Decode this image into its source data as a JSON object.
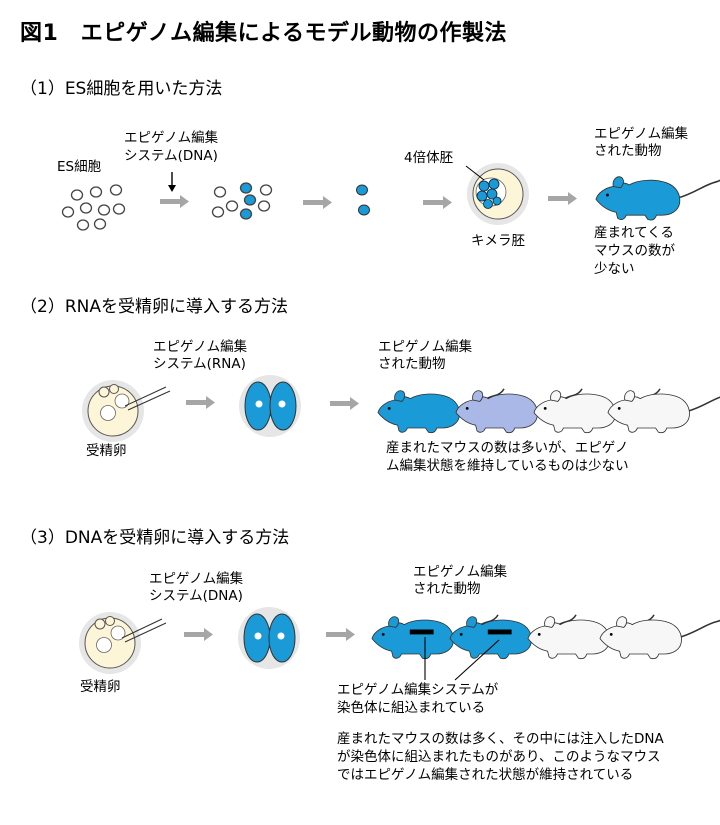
{
  "title": "図1　エピゲノム編集によるモデル動物の作製法",
  "colors": {
    "accent_blue": "#1a9ad6",
    "cell_outline": "#444444",
    "arrow_gray": "#a6a6a6",
    "egg_fill": "#fdf5d8",
    "mouse_blue": "#1a9ad6",
    "mouse_pale_blue": "#a9b8e6",
    "mouse_white": "#f7f7f7"
  },
  "section1": {
    "heading": "（1）ES細胞を用いた方法",
    "es_cells_label": "ES細胞",
    "system_label_line1": "エピゲノム編集",
    "system_label_line2": "システム(DNA)",
    "tetraploid_label": "4倍体胚",
    "chimera_label": "キメラ胚",
    "result_label_line1": "エピゲノム編集",
    "result_label_line2": "された動物",
    "note_line1": "産まれてくる",
    "note_line2": "マウスの数が",
    "note_line3": "少ない"
  },
  "section2": {
    "heading": "（2）RNAを受精卵に導入する方法",
    "system_label_line1": "エピゲノム編集",
    "system_label_line2": "システム(RNA)",
    "egg_label": "受精卵",
    "result_label_line1": "エピゲノム編集",
    "result_label_line2": "された動物",
    "note_line1": "産まれたマウスの数は多いが、エピゲノ",
    "note_line2": "ム編集状態を維持しているものは少ない"
  },
  "section3": {
    "heading": "（3）DNAを受精卵に導入する方法",
    "system_label_line1": "エピゲノム編集",
    "system_label_line2": "システム(DNA)",
    "egg_label": "受精卵",
    "result_label_line1": "エピゲノム編集",
    "result_label_line2": "された動物",
    "integration_label_line1": "エピゲノム編集システムが",
    "integration_label_line2": "染色体に組込まれている",
    "note_line1": "産まれたマウスの数は多く、その中には注入したDNA",
    "note_line2": "が染色体に組込まれたものがあり、このようなマウス",
    "note_line3": "ではエピゲノム編集された状態が維持されている"
  }
}
